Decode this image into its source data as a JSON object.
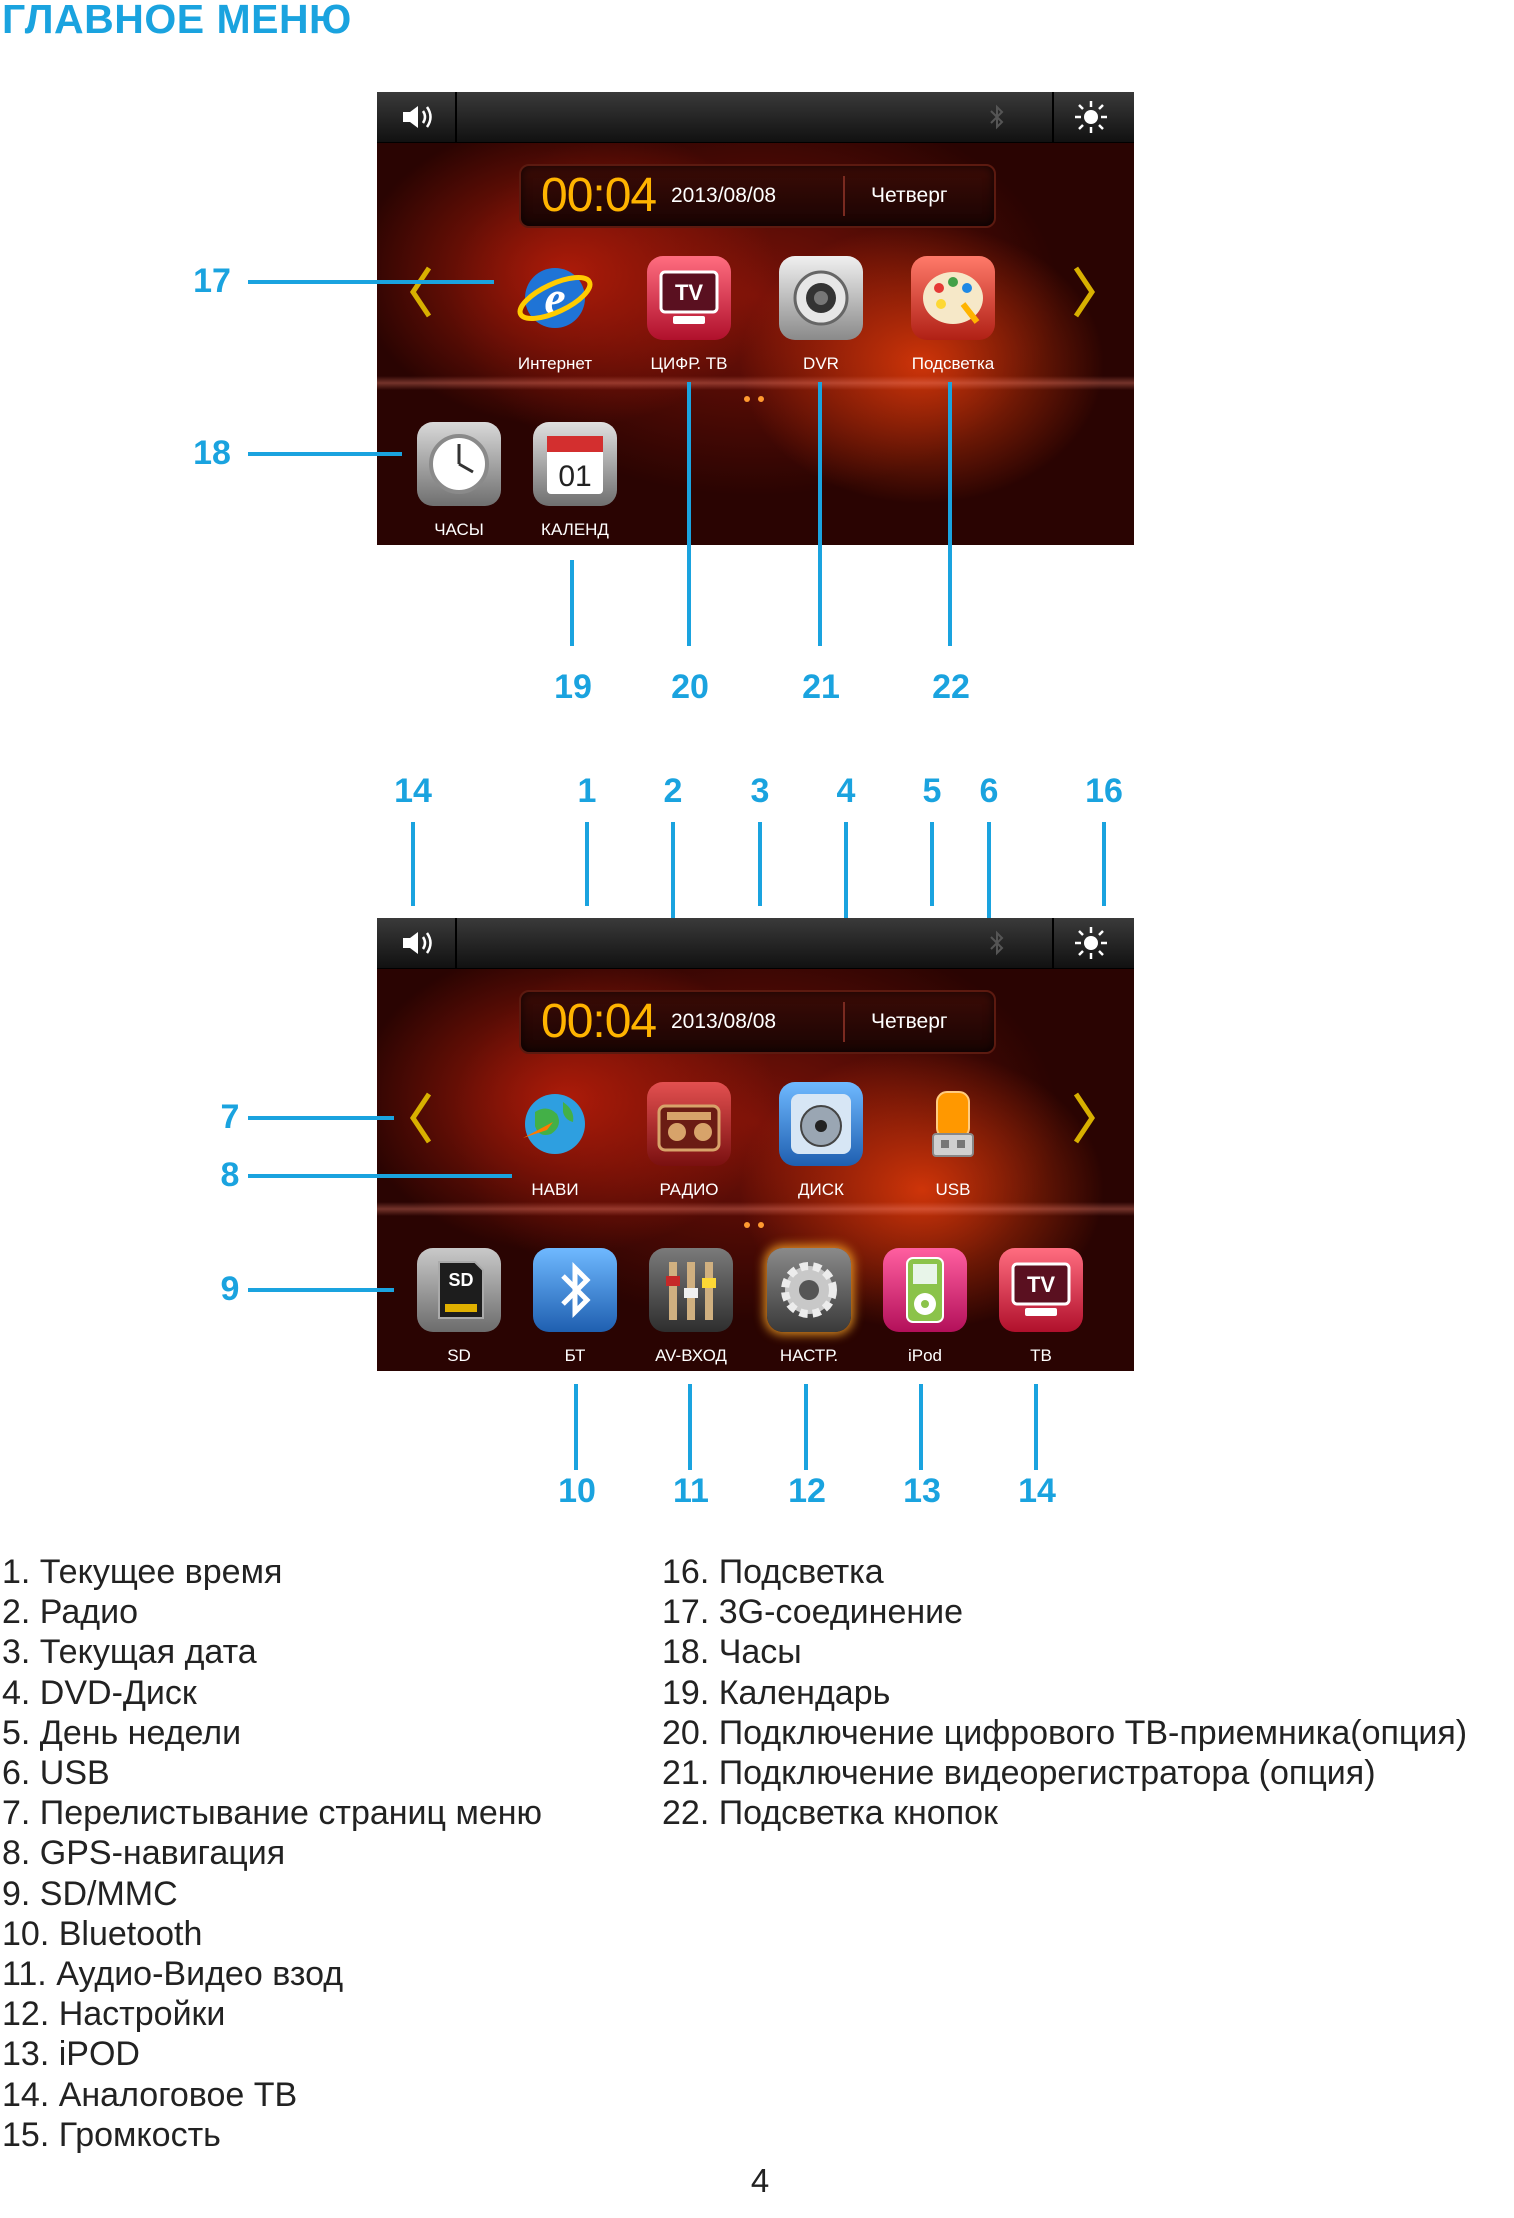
{
  "page_title": "ГЛАВНОЕ МЕНЮ",
  "screen": {
    "time": "00:04",
    "date": "2013/08/08",
    "weekday": "Четверг"
  },
  "screen_top": {
    "row1": [
      {
        "label": "Интернет",
        "icon": "internet-explorer-icon"
      },
      {
        "label": "ЦИФР. ТВ",
        "icon": "digital-tv-icon"
      },
      {
        "label": "DVR",
        "icon": "camera-lens-icon"
      },
      {
        "label": "Подсветка",
        "icon": "palette-icon"
      }
    ],
    "row2": [
      {
        "label": "ЧАСЫ",
        "icon": "clock-icon"
      },
      {
        "label": "КАЛЕНД",
        "icon": "calendar-icon",
        "calendar_day": "01"
      }
    ]
  },
  "screen_bottom": {
    "row1": [
      {
        "label": "НАВИ",
        "icon": "globe-navigation-icon"
      },
      {
        "label": "РАДИО",
        "icon": "radio-icon"
      },
      {
        "label": "ДИСК",
        "icon": "disc-icon"
      },
      {
        "label": "USB",
        "icon": "usb-drive-icon"
      }
    ],
    "row2": [
      {
        "label": "SD",
        "icon": "sd-card-icon"
      },
      {
        "label": "БТ",
        "icon": "bluetooth-icon"
      },
      {
        "label": "AV-ВХОД",
        "icon": "av-input-icon"
      },
      {
        "label": "НАСТР.",
        "icon": "settings-gear-icon"
      },
      {
        "label": "iPod",
        "icon": "ipod-icon"
      },
      {
        "label": "ТВ",
        "icon": "tv-icon"
      }
    ]
  },
  "tv_icon_text": "TV",
  "sd_icon_text": "SD",
  "callouts_top": [
    "17",
    "18",
    "19",
    "20",
    "21",
    "22"
  ],
  "callouts_bottom": [
    "14",
    "1",
    "2",
    "3",
    "4",
    "5",
    "6",
    "16",
    "7",
    "8",
    "9",
    "10",
    "11",
    "12",
    "13",
    "14"
  ],
  "legend_left": [
    "1. Текущее время",
    "2. Радио",
    "3. Текущая дата",
    "4. DVD-Диск",
    "5. День недели",
    "6. USB",
    "7. Перелистывание страниц меню",
    "8. GPS-навигация",
    "9. SD/MMC",
    "10. Bluetooth",
    "11. Аудио-Видео взод",
    "12. Настройки",
    "13. iPOD",
    "14. Аналоговое ТВ",
    "15. Громкость"
  ],
  "legend_right": [
    "16. Подсветка",
    "17. 3G-соединение",
    "18. Часы",
    "19. Календарь",
    "20. Подключение цифрового ТВ-приемника(опция)",
    "21. Подключение видеорегистратора (опция)",
    "22. Подсветка кнопок"
  ],
  "page_number": "4",
  "colors": {
    "accent": "#1aa3df",
    "clock": "#ffb400",
    "text": "#222222"
  }
}
